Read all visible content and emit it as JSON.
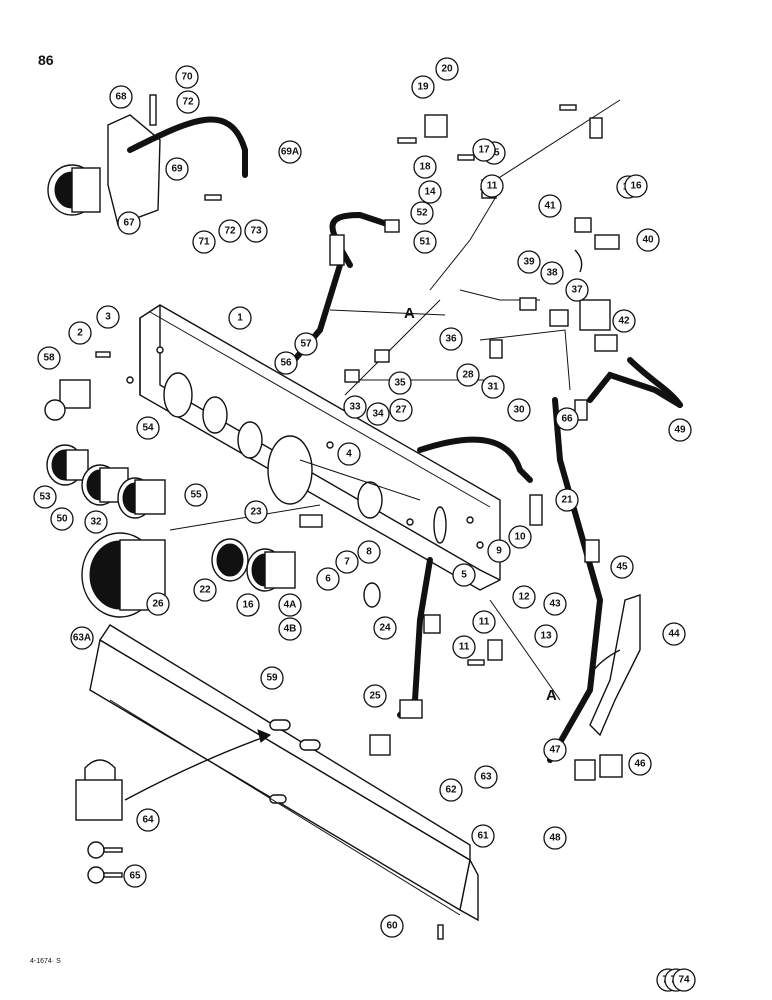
{
  "page_number": "86",
  "figure_code": "4-1674· S",
  "section_marks": [
    "A",
    "A"
  ],
  "callouts": [
    "1",
    "2",
    "3",
    "4",
    "4A",
    "4B",
    "5",
    "6",
    "7",
    "8",
    "9",
    "10",
    "11",
    "11",
    "11",
    "11",
    "12",
    "13",
    "14",
    "15",
    "16",
    "16",
    "17",
    "18",
    "19",
    "20",
    "21",
    "22",
    "23",
    "24",
    "25",
    "26",
    "27",
    "28",
    "30",
    "31",
    "32",
    "33",
    "34",
    "35",
    "36",
    "37",
    "38",
    "39",
    "40",
    "41",
    "42",
    "43",
    "44",
    "45",
    "46",
    "47",
    "48",
    "49",
    "50",
    "51",
    "52",
    "53",
    "54",
    "55",
    "56",
    "57",
    "58",
    "59",
    "60",
    "61",
    "62",
    "63",
    "63A",
    "64",
    "65",
    "66",
    "67",
    "68",
    "69",
    "69A",
    "70",
    "71",
    "72",
    "72",
    "73",
    "73",
    "74",
    "74"
  ],
  "icons": [
    "gauge-icon",
    "padlock-icon",
    "key-icon",
    "switch-icon",
    "fitting-icon",
    "hose-icon",
    "clamp-icon",
    "bolt-icon"
  ]
}
